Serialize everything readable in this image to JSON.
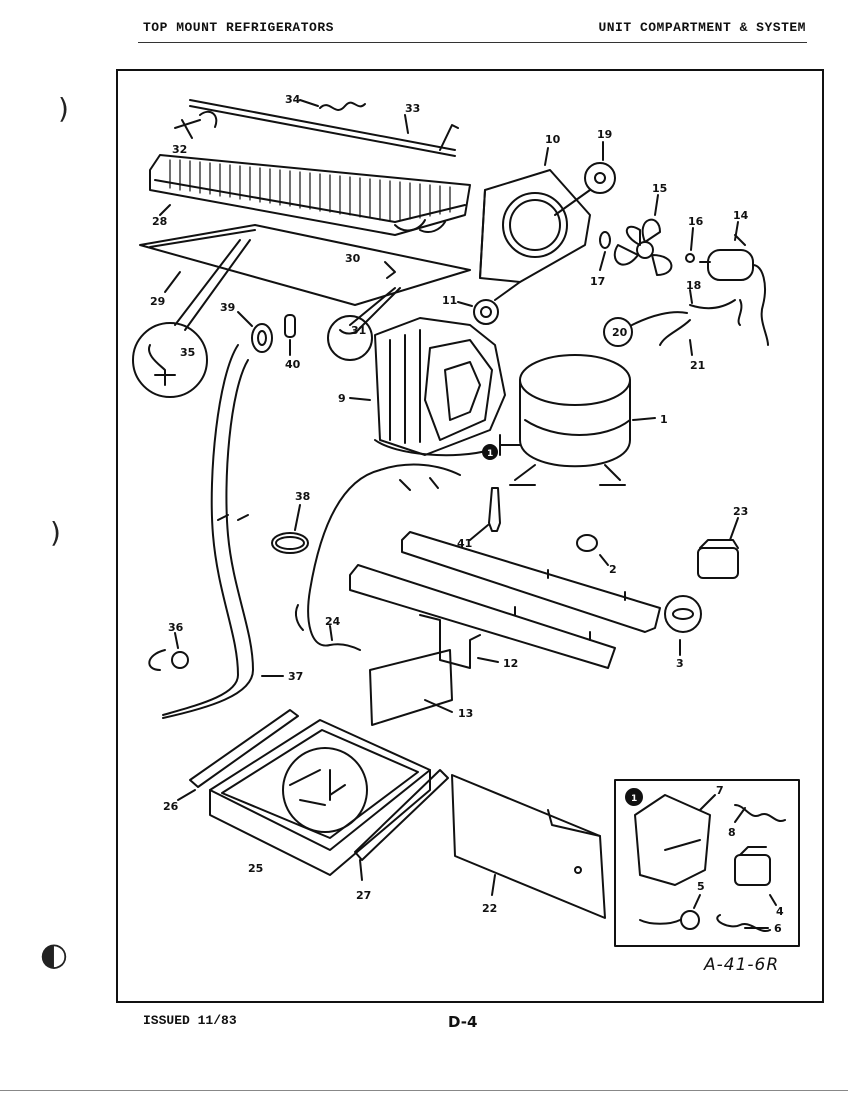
{
  "header": {
    "left": "TOP MOUNT REFRIGERATORS",
    "right": "UNIT COMPARTMENT & SYSTEM"
  },
  "footer": {
    "issued": "ISSUED 11/83",
    "page": "D-4"
  },
  "diagram": {
    "reference": "A-41-6R",
    "callouts": {
      "c1": "1",
      "c2": "2",
      "c3": "3",
      "c4": "4",
      "c5": "5",
      "c6": "6",
      "c7": "7",
      "c8": "8",
      "c9": "9",
      "c10": "10",
      "c11": "11",
      "c12": "12",
      "c13": "13",
      "c14": "14",
      "c15": "15",
      "c16": "16",
      "c17": "17",
      "c18": "18",
      "c19": "19",
      "c20": "20",
      "c21": "21",
      "c22": "22",
      "c23": "23",
      "c24": "24",
      "c25": "25",
      "c26": "26",
      "c27": "27",
      "c28": "28",
      "c29": "29",
      "c30": "30",
      "c31": "31",
      "c32": "32",
      "c33": "33",
      "c34": "34",
      "c35": "35",
      "c36": "36",
      "c37": "37",
      "c38": "38",
      "c39": "39",
      "c40": "40",
      "c41": "41"
    },
    "detail_marker": "1",
    "inset_marker": "1"
  }
}
